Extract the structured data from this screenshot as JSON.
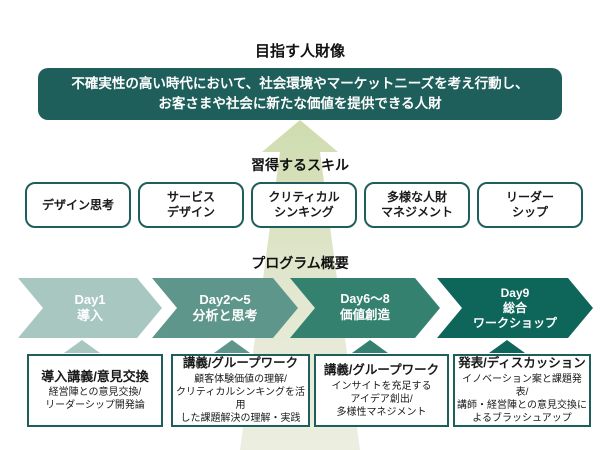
{
  "colors": {
    "banner_bg": "#1e5f5b",
    "box_border": "#1e5f5b",
    "arrow_gradient": "linear-gradient(to bottom, #cfdcae 0%, #e3e8d2 55%, #ecefe0 100%)"
  },
  "headings": {
    "vision": "目指す人財像",
    "skills": "習得するスキル",
    "program": "プログラム概要"
  },
  "vision_banner": {
    "text": "不確実性の高い時代において、社会環境やマーケットニーズを考え行動し、\nお客さまや社会に新たな価値を提供できる人財"
  },
  "skills": [
    {
      "label": "デザイン思考"
    },
    {
      "label": "サービス\nデザイン"
    },
    {
      "label": "クリティカル\nシンキング"
    },
    {
      "label": "多様な人財\nマネジメント"
    },
    {
      "label": "リーダー\nシップ"
    }
  ],
  "program_stages": [
    {
      "day": "Day1\n導入",
      "color": "#a8c7c1",
      "detail_title": "導入講義/意見交換",
      "detail_body": "経営陣との意見交換/\nリーダーシップ開発論"
    },
    {
      "day": "Day2〜5\n分析と思考",
      "color": "#5f968b",
      "detail_title": "講義/グループワーク",
      "detail_body": "顧客体験価値の理解/\nクリティカルシンキングを活用\nした課題解決の理解・実践"
    },
    {
      "day": "Day6〜8\n価値創造",
      "color": "#35816f",
      "detail_title": "講義/グループワーク",
      "detail_body": "インサイトを充足する\nアイデア創出/\n多様性マネジメント"
    },
    {
      "day": "Day9\n総合\nワークショップ",
      "color": "#0e655a",
      "detail_title": "発表/ディスカッション",
      "detail_body": "イノベーション案と課題発表/\n講師・経営陣との意見交換に\nよるブラッシュアップ"
    }
  ]
}
